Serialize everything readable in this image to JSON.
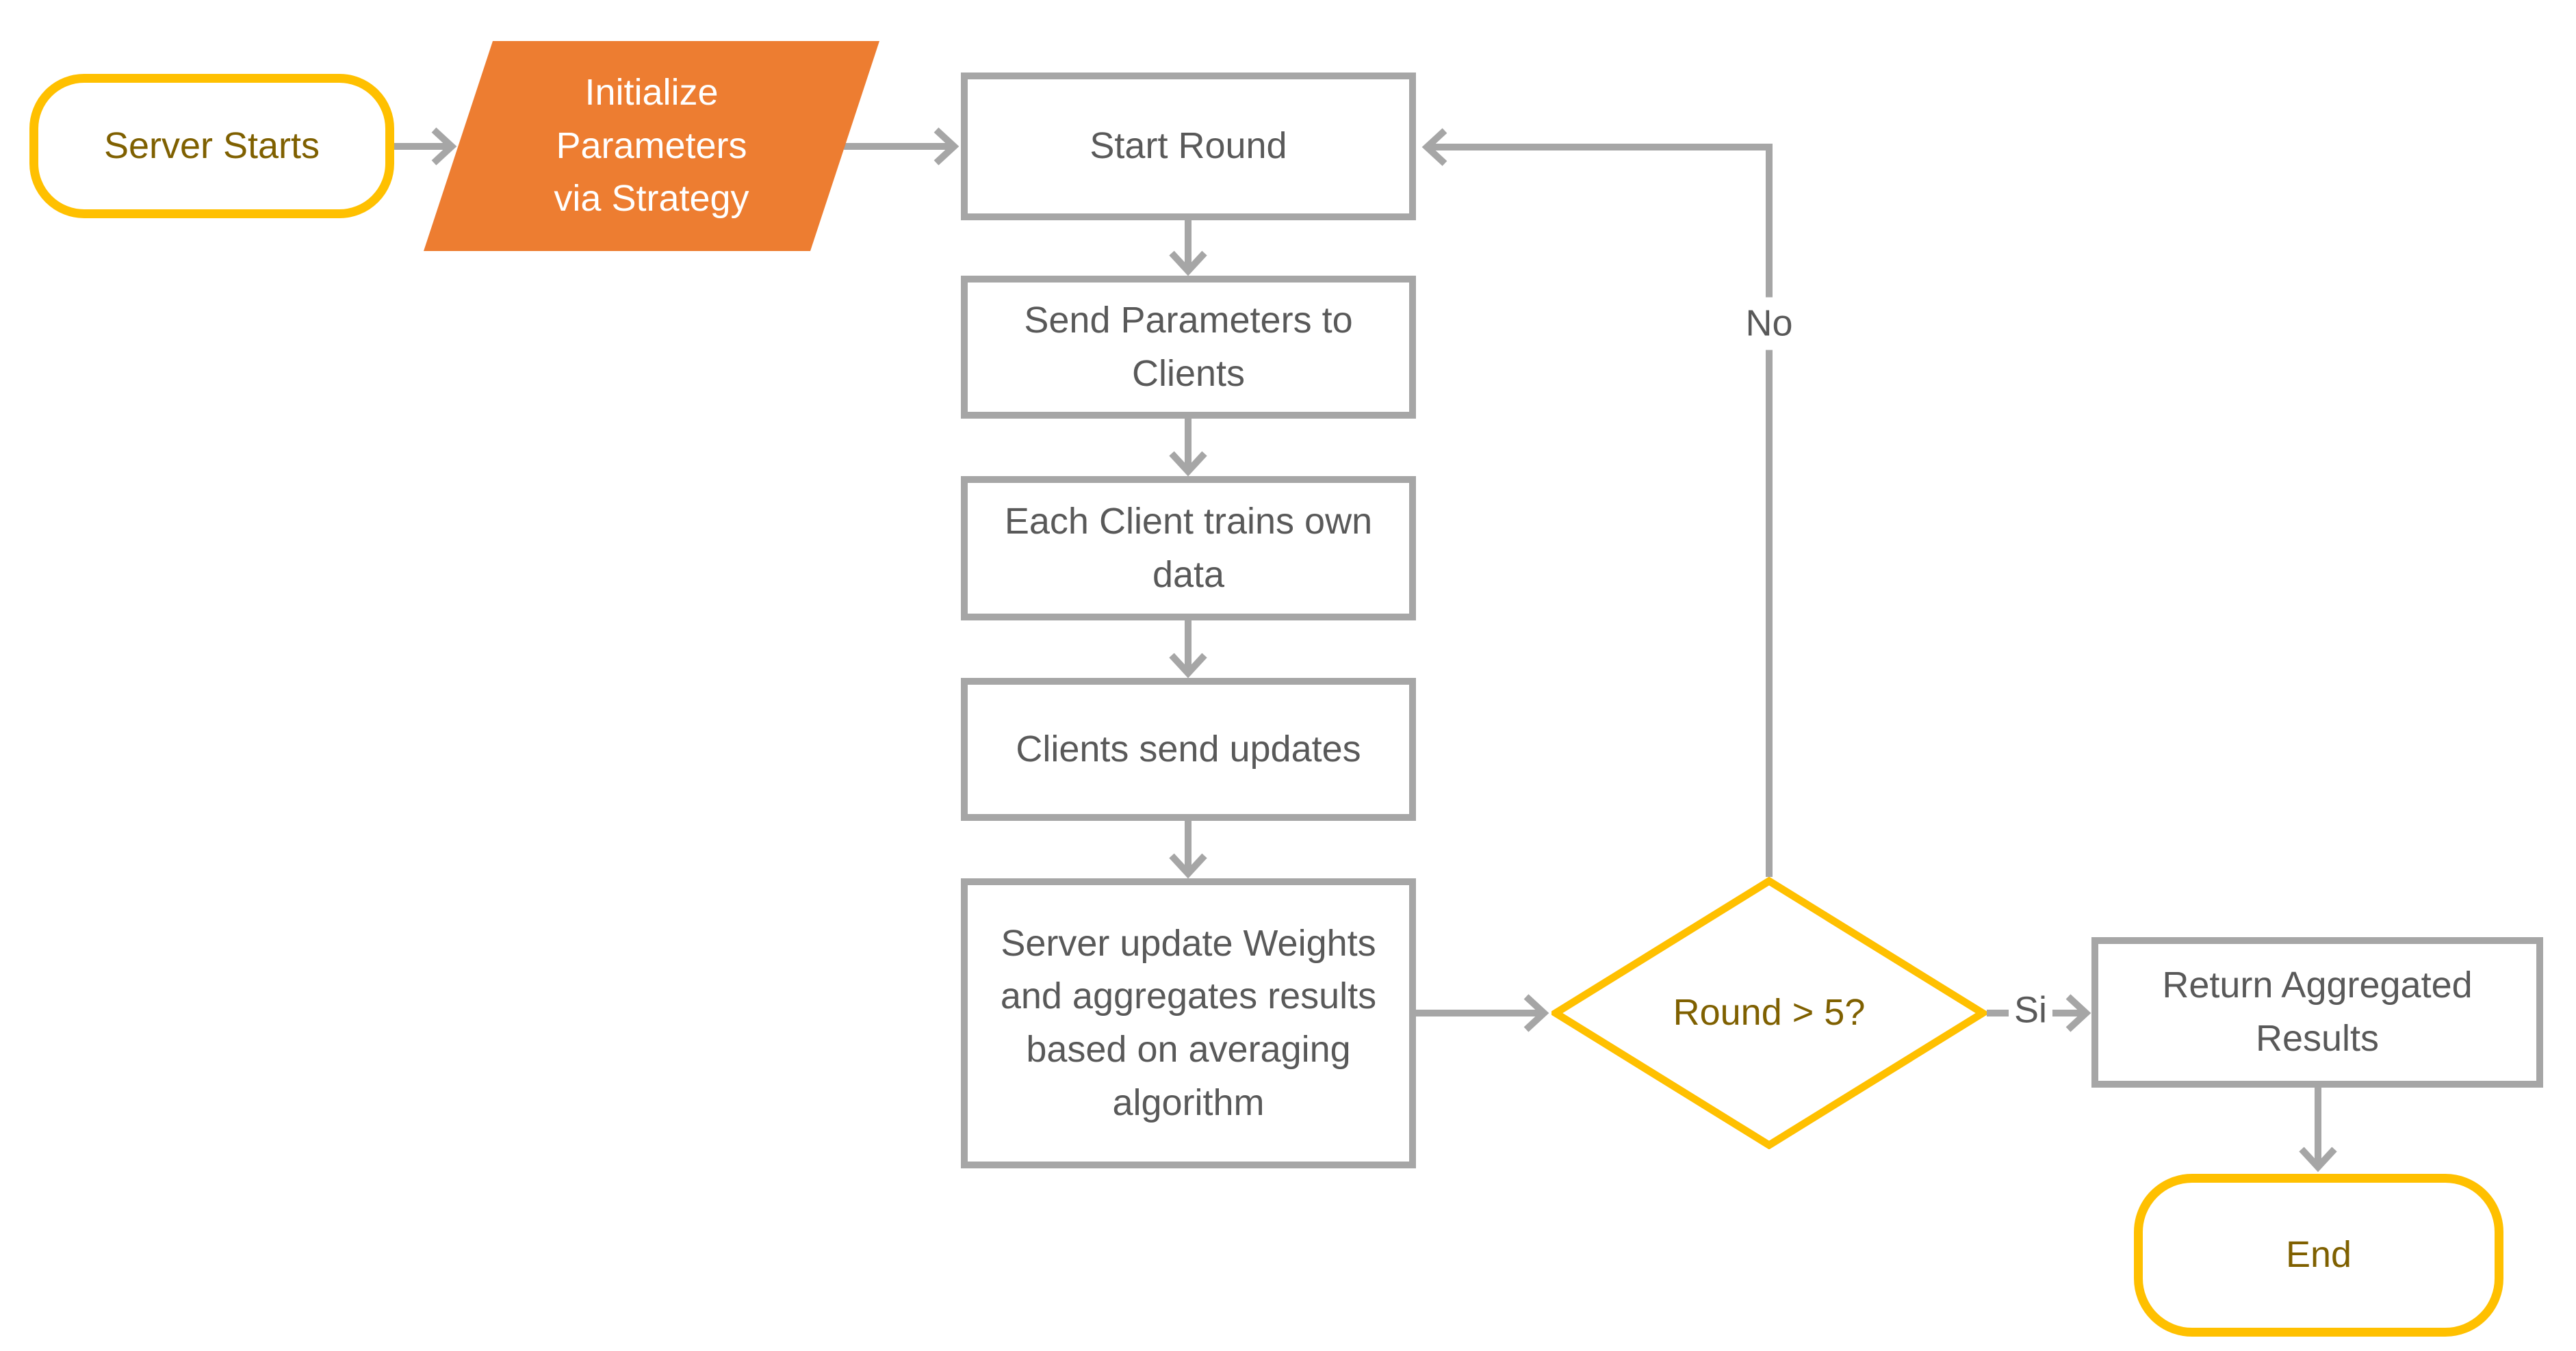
{
  "diagram": {
    "type": "flowchart",
    "background": "#FFFFFF",
    "colors": {
      "gold_border": "#FFC000",
      "dark_gold_text": "#7F6000",
      "orange_fill": "#ED7D31",
      "gray_line": "#A6A6A6",
      "gray_text": "#595959",
      "white_text": "#FFFFFF"
    },
    "nodes": [
      {
        "id": "server-starts",
        "type": "terminator",
        "label": "Server Starts"
      },
      {
        "id": "initialize-parameters",
        "type": "parallelogram",
        "label": "Initialize\nParameters\nvia Strategy"
      },
      {
        "id": "start-round",
        "type": "process",
        "label": "Start Round"
      },
      {
        "id": "send-parameters",
        "type": "process",
        "label": "Send Parameters to\nClients"
      },
      {
        "id": "each-client-trains",
        "type": "process",
        "label": "Each Client trains own\ndata"
      },
      {
        "id": "clients-send-updates",
        "type": "process",
        "label": "Clients send updates"
      },
      {
        "id": "server-update-weights",
        "type": "process",
        "label": "Server update Weights\nand aggregates results\nbased on averaging\nalgorithm"
      },
      {
        "id": "round-decision",
        "type": "decision",
        "label": "Round > 5?"
      },
      {
        "id": "return-aggregated",
        "type": "process",
        "label": "Return Aggregated\nResults"
      },
      {
        "id": "end",
        "type": "terminator",
        "label": "End"
      }
    ],
    "edge_labels": {
      "no": "No",
      "si": "Si"
    }
  }
}
